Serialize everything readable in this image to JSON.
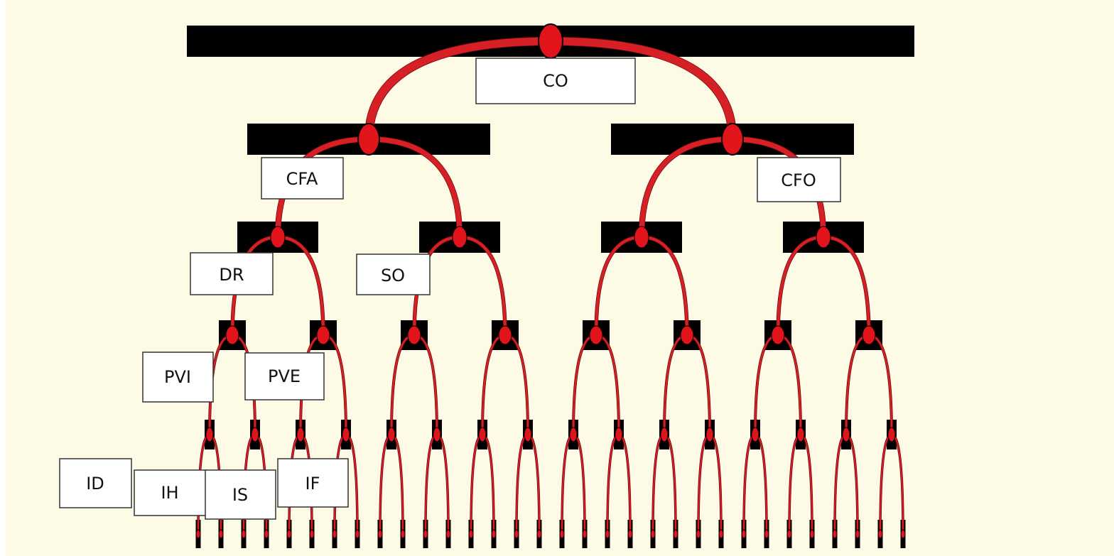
{
  "labels": {
    "co": "CO",
    "cfa": "CFA",
    "cfo": "CFO",
    "dr": "DR",
    "so": "SO",
    "pvi": "PVI",
    "pve": "PVE",
    "id": "ID",
    "ih": "IH",
    "is": "IS",
    "if": "IF"
  },
  "colors": {
    "background": "#fdfbe6",
    "bar": "#000000",
    "branch": "#d71f26",
    "node": "#e2141b",
    "label_border": "#333333",
    "label_fill": "#ffffff"
  }
}
